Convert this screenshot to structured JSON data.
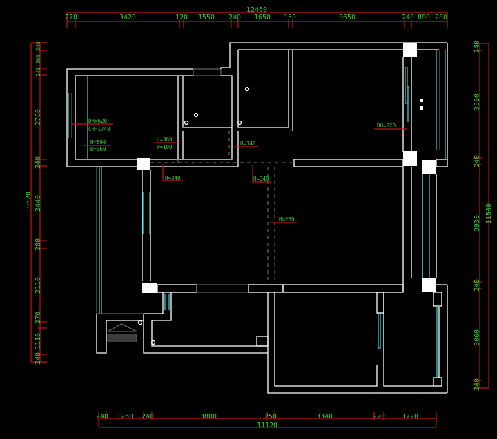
{
  "colors": {
    "background": "#000000",
    "wall": "#ffffff",
    "dimension_line": "#c0161b",
    "dimension_text": "#33cc33",
    "window": "#33cccc"
  },
  "dimensions": {
    "top_total": "12460",
    "top": [
      "270",
      "3420",
      "120",
      "1550",
      "240",
      "1650",
      "150",
      "3650",
      "240",
      "890",
      "280"
    ],
    "bottom_total": "11120",
    "bottom": [
      "240",
      "1260",
      "240",
      "3800",
      "250",
      "3340",
      "270",
      "1720"
    ],
    "left_total": "10520",
    "left": [
      "240",
      "590",
      "240",
      "2760",
      "240",
      "2440",
      "280",
      "2110",
      "270",
      "1110",
      "240"
    ],
    "right_total": "11540",
    "right": [
      "240",
      "3590",
      "240",
      "3930",
      "240",
      "3060",
      "240"
    ]
  },
  "annotations": {
    "dh620": "DH=620",
    "ch1740": "CH=1740",
    "h590": "H=590",
    "w360": "W=360",
    "h380": "H=380",
    "w100": "W=100",
    "h340a": "H=340",
    "h340b": "H=340",
    "h340c": "H=340",
    "h260": "H=260",
    "dh320": "DH=320"
  }
}
